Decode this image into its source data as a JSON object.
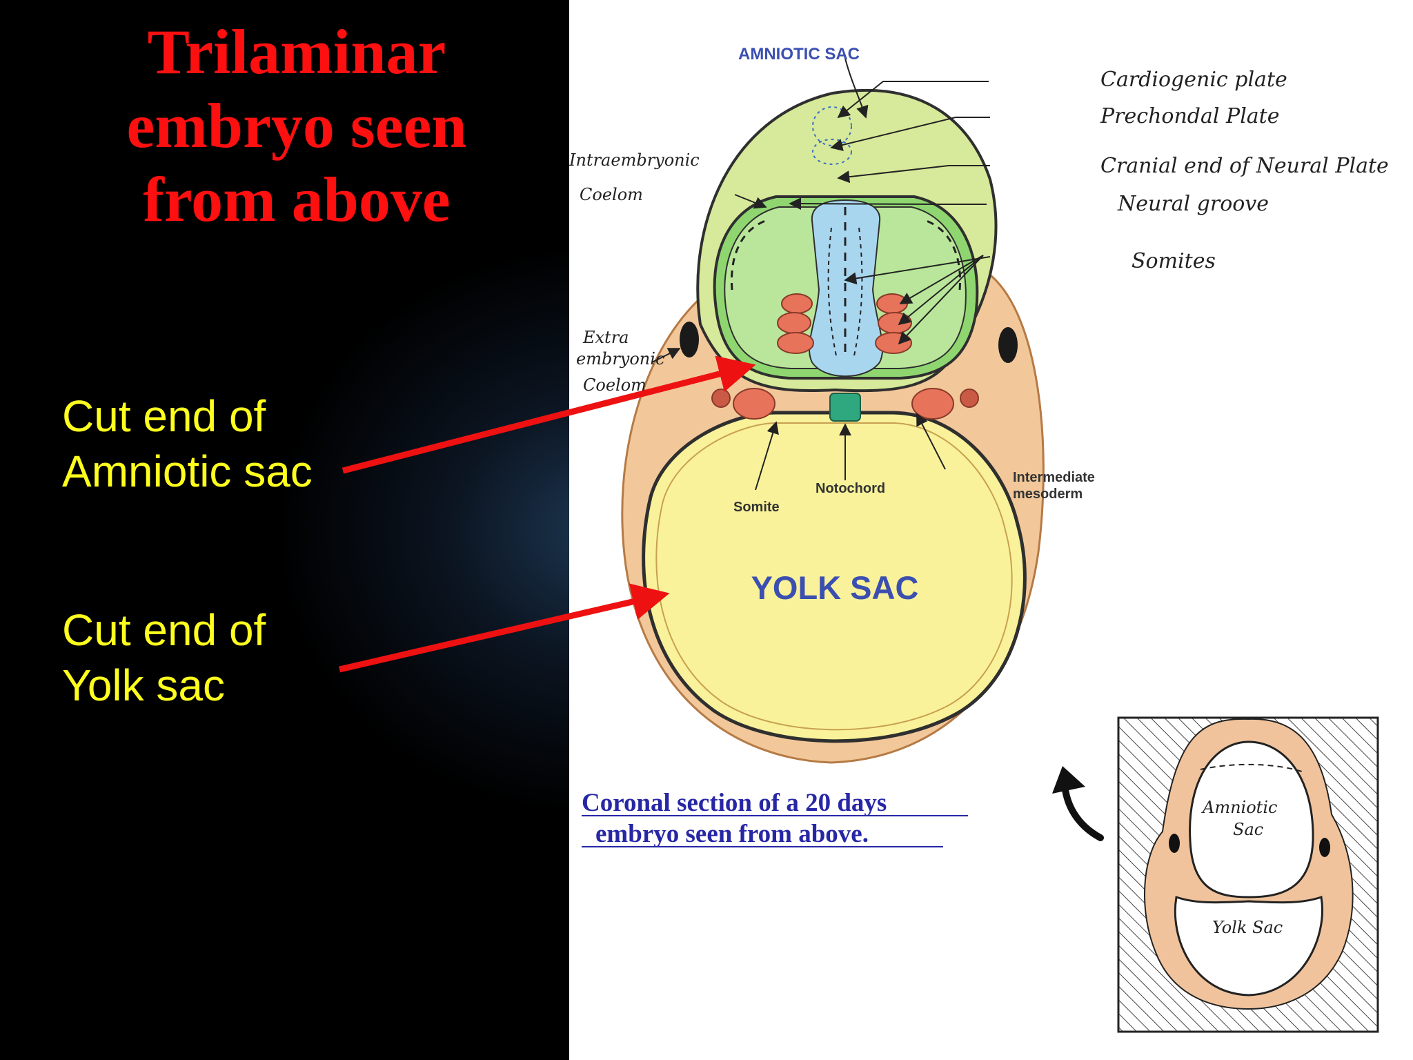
{
  "slide": {
    "title_lines": [
      "Trilaminar",
      "embryo seen",
      "from above"
    ],
    "label_amnion_lines": [
      "Cut end of",
      "Amniotic sac"
    ],
    "label_yolk_lines": [
      "Cut end of",
      "Yolk sac"
    ],
    "title_color": "#ff1010",
    "label_color": "#ffff1e",
    "arrow_color": "#ee1111"
  },
  "diagram": {
    "amniotic_sac": "AMNIOTIC SAC",
    "cardiogenic_plate": "Cardiogenic plate",
    "prechordal_plate": "Prechondal Plate",
    "cranial_end": "Cranial end of Neural Plate",
    "neural_groove": "Neural groove",
    "somites": "Somites",
    "intraembryonic_line1": "Intraembryonic",
    "intraembryonic_line2": "Coelom",
    "extraembryonic_line1": "Extra",
    "extraembryonic_line2": "embryonic",
    "extraembryonic_line3": "Coelom",
    "somite": "Somite",
    "notochord": "Notochord",
    "intermediate_line1": "Intermediate",
    "intermediate_line2": "mesoderm",
    "yolk_sac": "YOLK SAC",
    "caption_line1": "Coronal section of a 20 days",
    "caption_line2": "embryo seen from above.",
    "inset_amniotic_line1": "Amniotic",
    "inset_amniotic_line2": "Sac",
    "inset_yolk": "Yolk Sac"
  }
}
